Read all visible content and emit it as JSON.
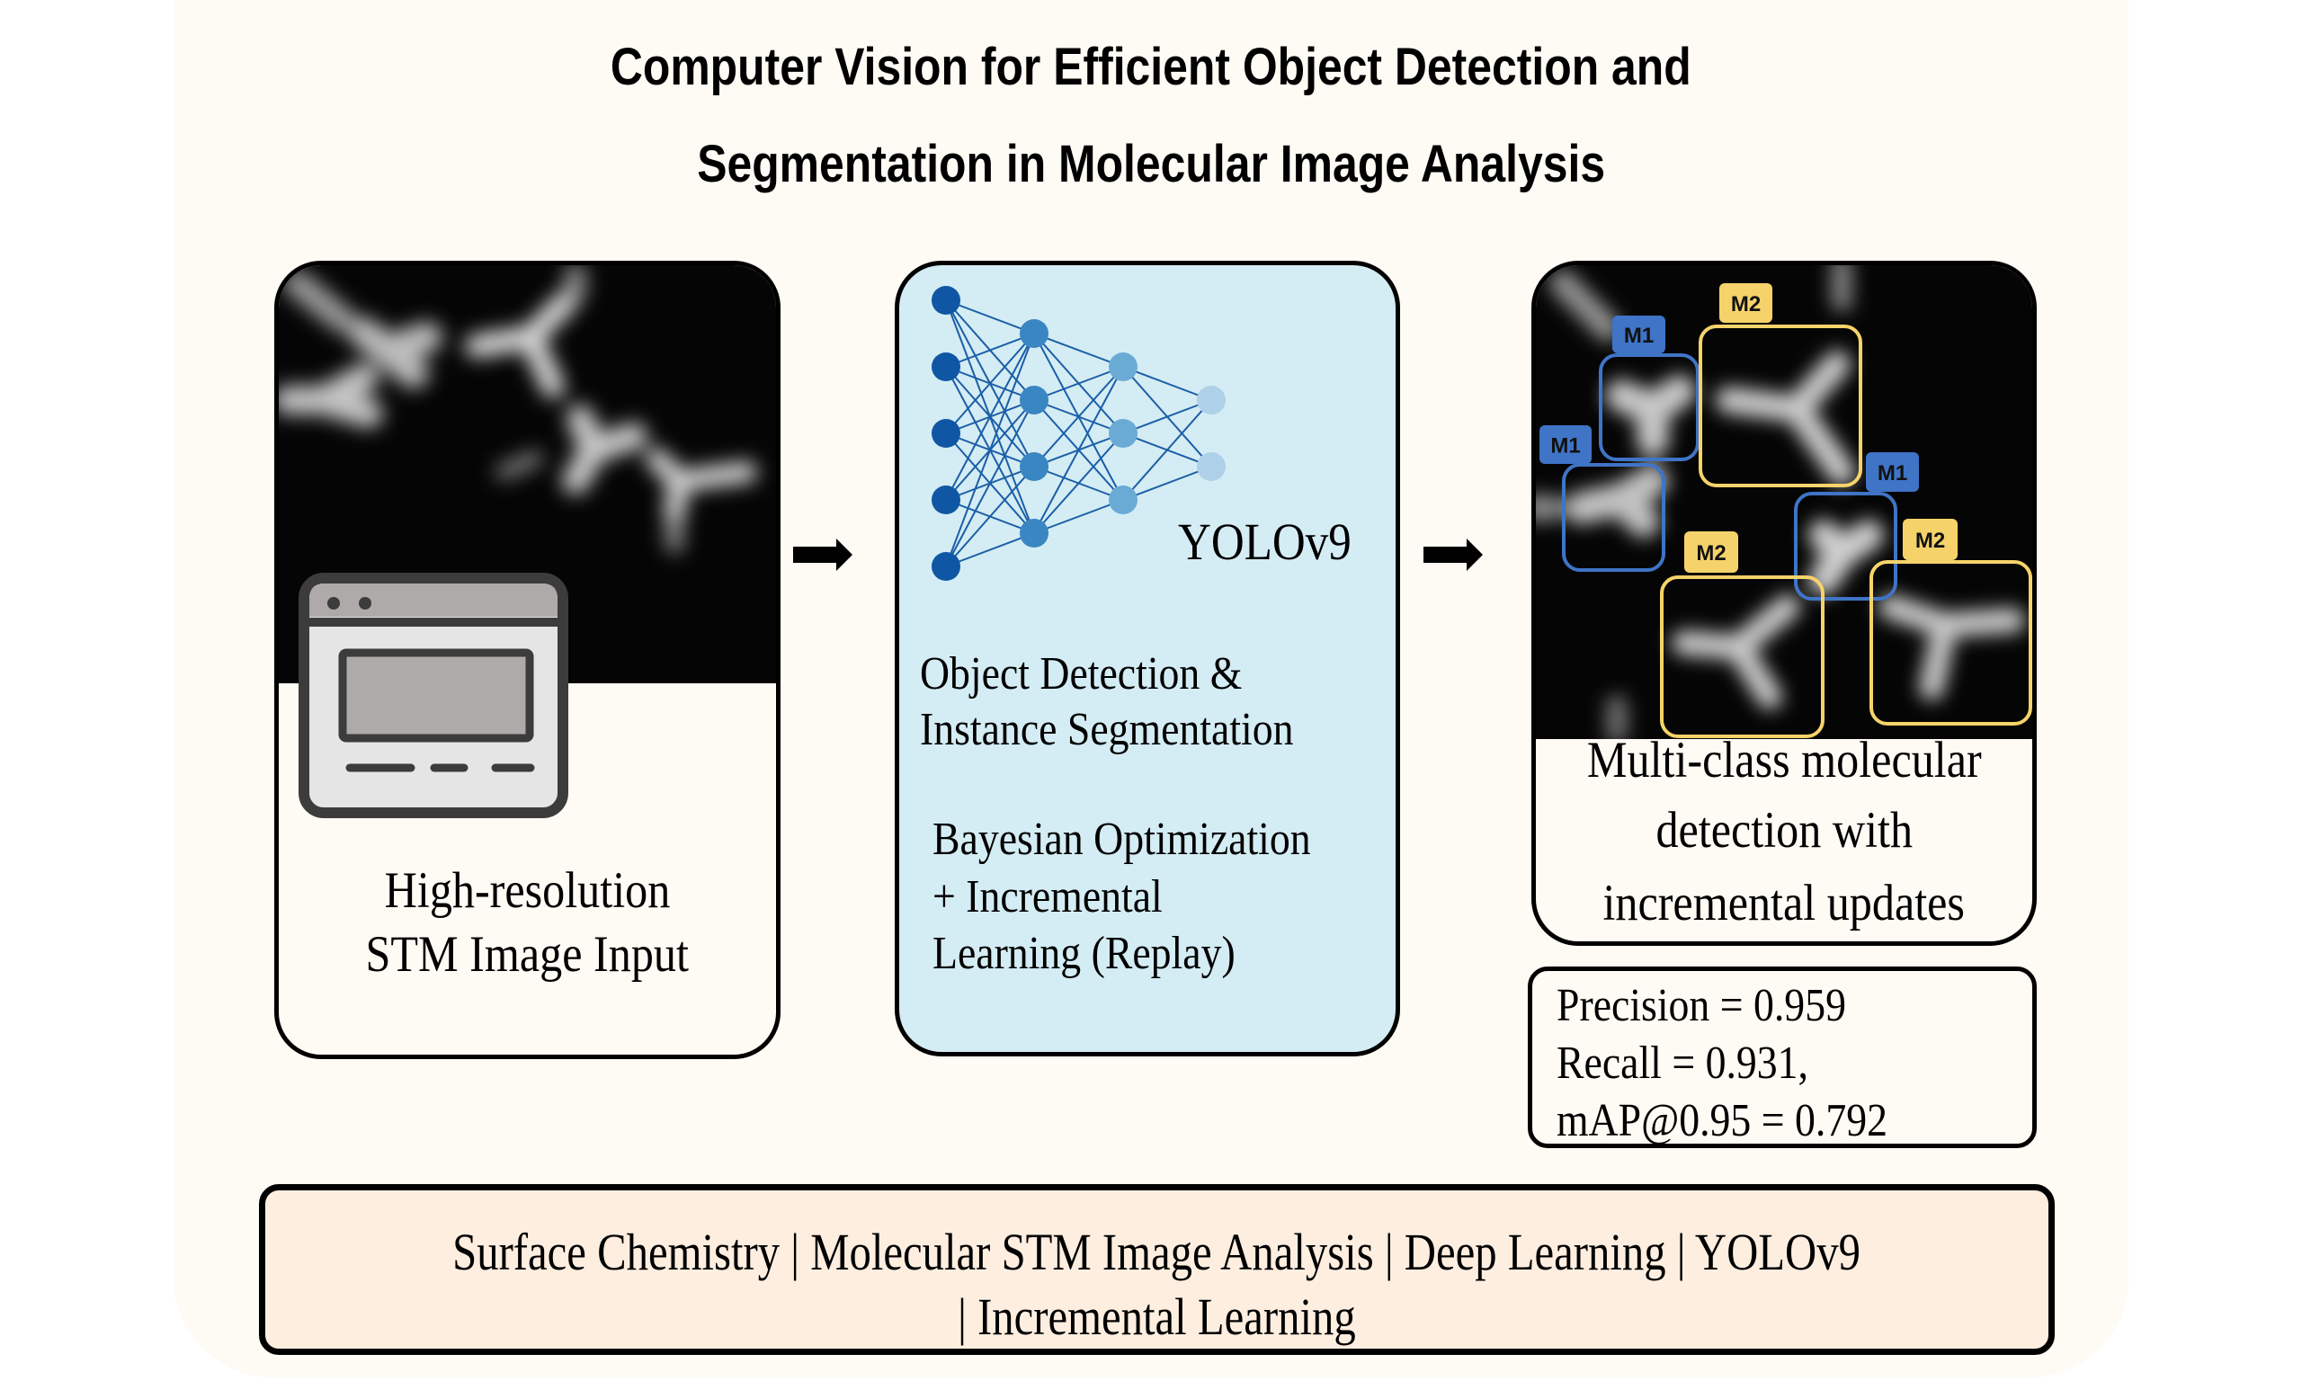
{
  "title": {
    "line1": "Computer Vision for Efficient Object Detection and",
    "line2": "Segmentation in Molecular Image Analysis"
  },
  "input_panel": {
    "image": "stm-image",
    "icon": "browser-window-icon",
    "label_line1": "High-resolution",
    "label_line2": "STM Image Input"
  },
  "model_panel": {
    "icon": "neural-network-icon",
    "model_name": "YOLOv9",
    "network_layers": [
      5,
      4,
      3,
      2
    ],
    "layer_colors": [
      "#0f57a4",
      "#3a86c2",
      "#6aabd6",
      "#aed0e8"
    ],
    "task_line1": "Object Detection &",
    "task_line2": "Instance Segmentation",
    "method_line1": "Bayesian Optimization",
    "method_line2": "+ Incremental",
    "method_line3": "Learning (Replay)"
  },
  "arrows": [
    "arrow-right-icon",
    "arrow-right-icon"
  ],
  "output_panel": {
    "image": "stm-detection-image",
    "detections": [
      {
        "label": "M1",
        "class": "M1",
        "color": "#3f74c6"
      },
      {
        "label": "M2",
        "class": "M2",
        "color": "#f6d36a"
      },
      {
        "label": "M1",
        "class": "M1",
        "color": "#3f74c6"
      },
      {
        "label": "M1",
        "class": "M1",
        "color": "#3f74c6"
      },
      {
        "label": "M2",
        "class": "M2",
        "color": "#f6d36a"
      },
      {
        "label": "M2",
        "class": "M2",
        "color": "#f6d36a"
      }
    ],
    "caption_line1": "Multi-class molecular",
    "caption_line2": "detection with",
    "caption_line3": "incremental updates"
  },
  "metrics": {
    "line1": "Precision = 0.959",
    "line2": "Recall = 0.931,",
    "line3": "mAP@0.95 = 0.792",
    "precision": 0.959,
    "recall": 0.931,
    "map_095": 0.792
  },
  "keywords": {
    "line1": "Surface Chemistry | Molecular STM Image Analysis | Deep Learning | YOLOv9",
    "line2": "| Incremental Learning"
  },
  "colors": {
    "background": "#fdfbf4",
    "model_panel": "#d4ecf3",
    "footer": "#fdeee0",
    "class_m1": "#3f74c6",
    "class_m2": "#f6d36a"
  }
}
